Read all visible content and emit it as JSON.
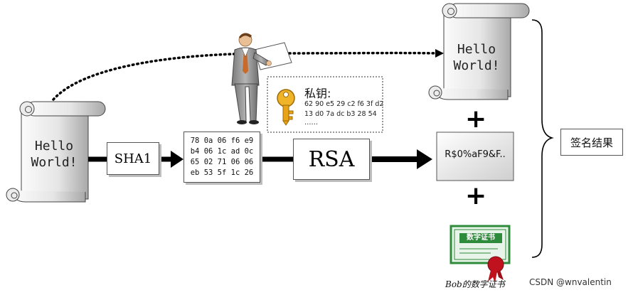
{
  "input_document": {
    "text": "Hello\nWorld!"
  },
  "hash_step": {
    "label": "SHA1"
  },
  "digest": {
    "lines": [
      "78 0a 06 f6 e9",
      "b4 06 1c ad 0c",
      "65 02 71 06 06",
      "eb 53 5f 1c 26"
    ]
  },
  "private_key": {
    "title": "私钥:",
    "lines": [
      "62 90 e5 29 c2 f6 3f d2",
      "13 d0 7a dc b3 28 54",
      "……"
    ]
  },
  "encrypt_step": {
    "label": "RSA"
  },
  "signature": {
    "text": "R$0%aF9&F.."
  },
  "output_document": {
    "text": "Hello\nWorld!"
  },
  "plus_signs": [
    "+",
    "+"
  ],
  "certificate": {
    "badge_text": "数字证书",
    "caption": "Bob的数字证书"
  },
  "result_label": {
    "text": "签名结果"
  },
  "watermark": {
    "text": "CSDN @wnvalentin"
  },
  "colors": {
    "scroll_light": "#f4f4f4",
    "scroll_dark": "#9a9a9a",
    "key_gold": "#e8a317",
    "cert_green": "#2e8b3c",
    "seal_red": "#c0121e"
  }
}
